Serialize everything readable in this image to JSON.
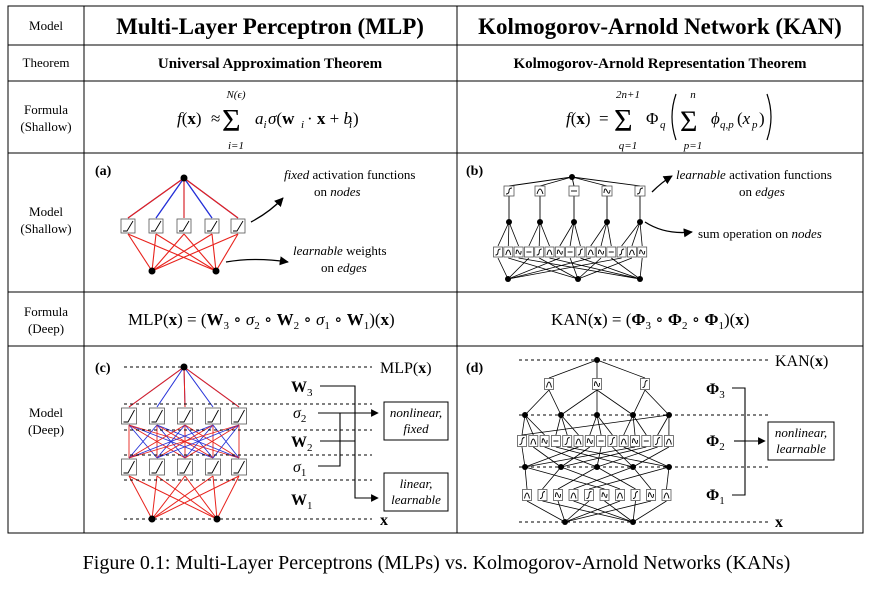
{
  "table": {
    "col_labels": {
      "model": "Model",
      "mlp": "Multi-Layer Perceptron (MLP)",
      "kan": "Kolmogorov-Arnold Network (KAN)"
    },
    "row_labels": {
      "theorem": "Theorem",
      "formula_shallow_1": "Formula",
      "formula_shallow_2": "(Shallow)",
      "model_shallow_1": "Model",
      "model_shallow_2": "(Shallow)",
      "formula_deep_1": "Formula",
      "formula_deep_2": "(Deep)",
      "model_deep_1": "Model",
      "model_deep_2": "(Deep)"
    },
    "theorems": {
      "mlp": "Universal Approximation Theorem",
      "kan": "Kolmogorov-Arnold Representation Theorem"
    },
    "formulas": {
      "mlp_shallow": "f(x) ≈ Σ_{i=1}^{N(ε)} a_i σ(w_i · x + b_i)",
      "kan_shallow": "f(x) = Σ_{q=1}^{2n+1} Φ_q ( Σ_{p=1}^{n} φ_{q,p}(x_p) )",
      "mlp_deep": "MLP(x) = (W₃ ∘ σ₂ ∘ W₂ ∘ σ₁ ∘ W₁)(x)",
      "kan_deep": "KAN(x) = (Φ₃ ∘ Φ₂ ∘ Φ₁)(x)"
    },
    "formula_parts": {
      "f_x": "f(x)",
      "approx": "≈",
      "equals": "=",
      "sum": "Σ",
      "mlp_upper": "N(ϵ)",
      "mlp_lower": "i=1",
      "mlp_term": "a",
      "mlp_term_sub": "i",
      "mlp_sigma": "σ(w",
      "mlp_dot_x": "· x + b",
      "mlp_close": ")",
      "kan_outer_upper": "2n+1",
      "kan_outer_lower": "q=1",
      "kan_Phi": "Φ",
      "kan_Phi_sub": "q",
      "kan_inner_upper": "n",
      "kan_inner_lower": "p=1",
      "kan_phi": "ϕ",
      "kan_phi_sub": "q,p",
      "kan_arg": "(x",
      "kan_arg_sub": "p",
      "mlp_deep_prefix": "MLP(",
      "mlp_deep_mid": ") = (",
      "mlp_deep_W": "W",
      "mlp_deep_sigma": "σ",
      "mlp_deep_circ": "∘",
      "mlp_deep_suffix": ")(",
      "mlp_deep_end": ")",
      "kan_deep_prefix": "KAN(",
      "bold_x": "x",
      "sub_1": "1",
      "sub_2": "2",
      "sub_3": "3"
    },
    "panels": {
      "a": "(a)",
      "b": "(b)",
      "c": "(c)",
      "d": "(d)"
    },
    "annotations": {
      "mlp_fixed_1a": "fixed",
      "mlp_fixed_1b": " activation functions",
      "mlp_fixed_2a": "on ",
      "mlp_fixed_2b": "nodes",
      "mlp_learn_1a": "learnable",
      "mlp_learn_1b": " weights",
      "mlp_learn_2a": "on ",
      "mlp_learn_2b": "edges",
      "kan_learn_1a": "learnable",
      "kan_learn_1b": " activation functions",
      "kan_learn_2a": "on ",
      "kan_learn_2b": "edges",
      "kan_sum_a": "sum operation on ",
      "kan_sum_b": "nodes",
      "mlp_out": "MLP(",
      "kan_out": "KAN(",
      "x": "x",
      "close": ")",
      "nonlinear_fixed_1": "nonlinear,",
      "nonlinear_fixed_2": "fixed",
      "linear_learnable_1": "linear,",
      "linear_learnable_2": "learnable",
      "nonlinear_learnable_1": "nonlinear,",
      "nonlinear_learnable_2": "learnable",
      "W": "W",
      "sigma": "σ",
      "Phi": "Φ",
      "s1": "1",
      "s2": "2",
      "s3": "3"
    }
  },
  "caption": "Figure 0.1: Multi-Layer Perceptrons (MLPs) vs. Kolmogorov-Arnold Networks (KANs)",
  "colors": {
    "red": "#e8221c",
    "blue": "#2531d8",
    "grid": "#000000"
  }
}
